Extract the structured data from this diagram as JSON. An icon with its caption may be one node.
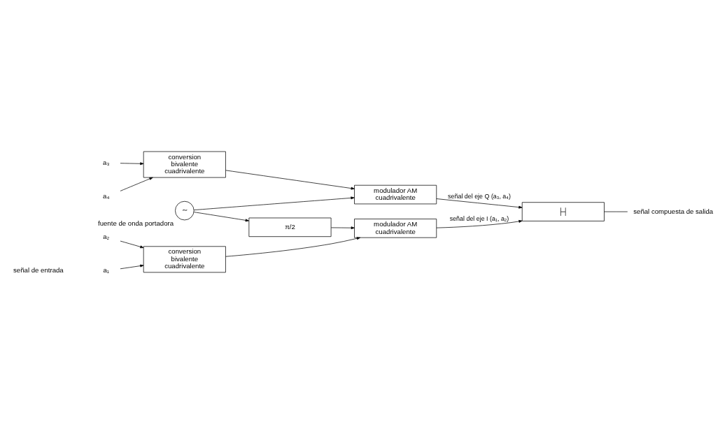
{
  "diagram": {
    "nodes": [
      {
        "text": [
          "a₁"
        ]
      },
      {
        "text": [
          "a₂"
        ]
      },
      {
        "text": [
          "a₃"
        ]
      },
      {
        "text": [
          "a₄"
        ]
      },
      {
        "text": [
          "conversion bivalente cuadrivalente"
        ]
      },
      {
        "text": [
          "conversion bivalente cuadrivalente"
        ]
      },
      {
        "text": [
          "modulador AM cuadrivalente"
        ]
      },
      {
        "text": [
          "π/2"
        ]
      },
      {
        "text": [
          "∼"
        ],
        "beside": [
          "fuente de onda portadora"
        ]
      },
      {
        "text": [
          "modulador AM cuadrivalente"
        ]
      },
      {
        "text": [
          "├┤"
        ]
      },
      {
        "text": [
          "señal compuesta de salida"
        ]
      }
    ],
    "edges": [
      {
        "from": 0,
        "to": 4,
        "arrow": "to"
      },
      {
        "from": 1,
        "to": 4,
        "arrow": "to"
      },
      {
        "from": 2,
        "to": 5,
        "arrow": "to"
      },
      {
        "from": 3,
        "to": 5,
        "arrow": "to"
      },
      {
        "from": 4,
        "to": 6,
        "arrow": "to"
      },
      {
        "from": 5,
        "to": 9,
        "arrow": "to"
      },
      {
        "from": 7,
        "to": 6,
        "arrow": "to"
      },
      {
        "from": 8,
        "to": 7,
        "arrow": "to"
      },
      {
        "from": 8,
        "to": 9,
        "arrow": "to"
      },
      {
        "from": 6,
        "to": 10,
        "arrow": "to",
        "label": "señal del eje I (a₁, a₂)"
      },
      {
        "from": 9,
        "to": 10,
        "arrow": "to",
        "label": "señal del eje Q (a₃, a₄)"
      },
      {
        "from": 10,
        "to": 11,
        "arrow": "none"
      }
    ],
    "labels": [
      "señal de entrada"
    ]
  }
}
